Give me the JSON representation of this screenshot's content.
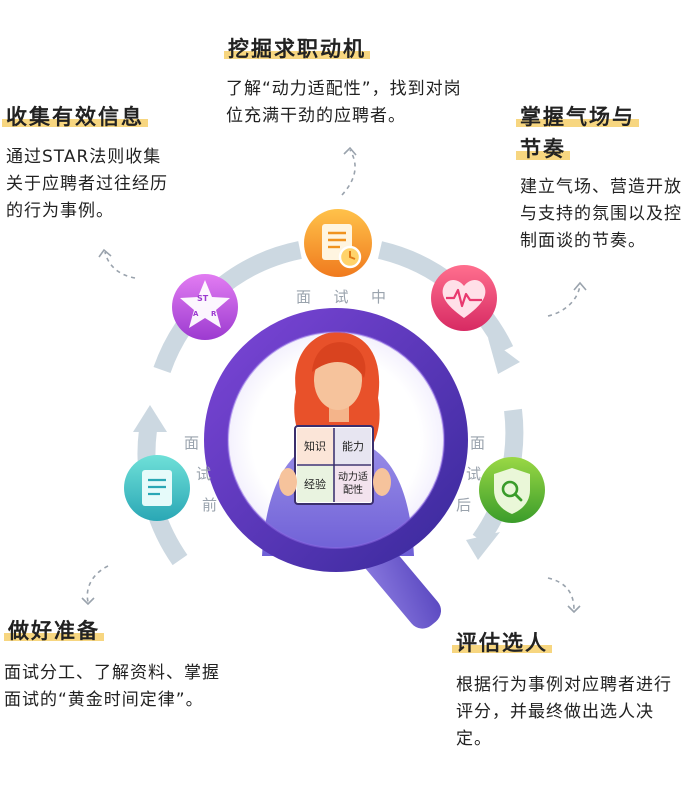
{
  "nodes": {
    "motivation": {
      "title": "挖掘求职动机",
      "desc": "了解“动力适配性”，找到对岗位充满干劲的应聘者。"
    },
    "collect": {
      "title": "收集有效信息",
      "desc": "通过STAR法则收集关于应聘者过往经历的行为事例。"
    },
    "rhythm": {
      "title_line1": "掌握气场与",
      "title_line2": "节奏",
      "desc": "建立气场、营造开放与支持的氛围以及控制面谈的节奏。"
    },
    "prepare": {
      "title": "做好准备",
      "desc": "面试分工、了解资料、掌握面试的“黄金时间定律”。"
    },
    "select": {
      "title": "评估选人",
      "desc": "根据行为事例对应聘者进行评分，并最终做出选人决定。"
    }
  },
  "stages": {
    "during": [
      "面",
      "试",
      "中"
    ],
    "before": [
      "面",
      "试",
      "前"
    ],
    "after": [
      "面",
      "试",
      "后"
    ]
  },
  "star_icon": {
    "s": "ST",
    "a": "A",
    "r": "R"
  },
  "quadrants": {
    "knowledge": "知识",
    "ability": "能力",
    "experience": "经验",
    "motivation_fit": "动力适配性"
  },
  "icons": {
    "top": "checklist-clock-icon",
    "right": "heart-pulse-icon",
    "left": "star-icon",
    "bottom_left": "document-icon",
    "bottom_right": "search-shield-icon"
  },
  "colors": {
    "highlight": "#f7d680",
    "ring": "#c9d5df",
    "magnifier": "#5a3eb0",
    "hair": "#e8512a",
    "orange_icon": "#f5a623",
    "pink_icon": "#e8396f",
    "purple_icon": "#b34fd8",
    "teal_icon": "#3fc7c4",
    "green_icon": "#6bbf2f"
  }
}
